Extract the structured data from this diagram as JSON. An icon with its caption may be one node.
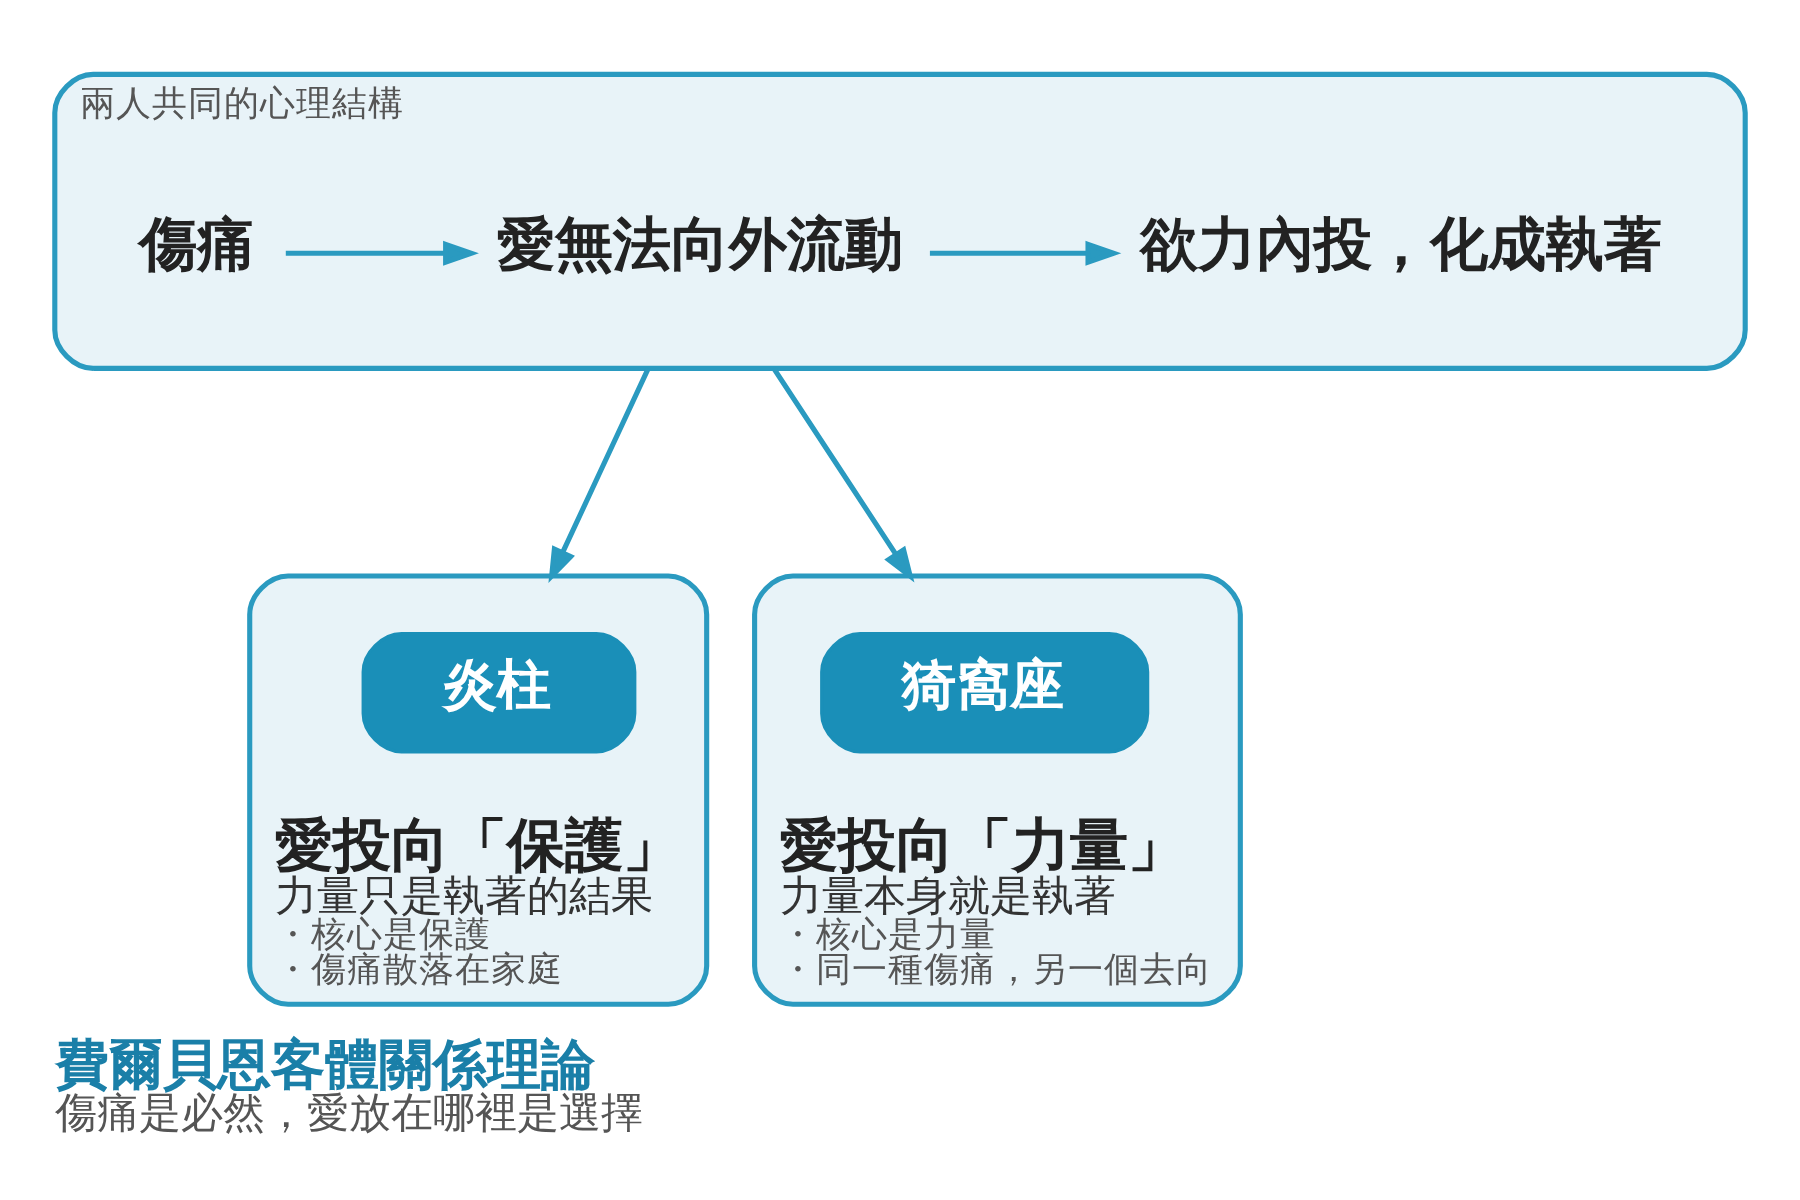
{
  "diagram": {
    "title": "費爾貝恩客體關係理論",
    "caption": "傷痛是必然，愛放在哪裡是選擇",
    "nodes": [
      {
        "text": [
          "兩人共同的心理結構"
        ]
      },
      {
        "text": [
          "傷痛"
        ],
        "in": 0
      },
      {
        "text": [
          "愛無法向外流動"
        ],
        "in": 0
      },
      {
        "text": [
          "欲力內投，化成執著"
        ],
        "in": 0
      },
      {
        "text": [
          "愛投向「保護」",
          "力量只是執著的結果",
          "・核心是保護",
          "・傷痛散落在家庭"
        ]
      },
      {
        "text": [
          "炎柱"
        ],
        "in": 4
      },
      {
        "text": [
          "愛投向「力量」",
          "力量本身就是執著",
          "・核心是力量",
          "・同一種傷痛，另一個去向"
        ]
      },
      {
        "text": [
          "猗窩座"
        ],
        "in": 6
      }
    ],
    "edges": [
      {
        "from": 1,
        "to": 2,
        "arrow": "to"
      },
      {
        "from": 2,
        "to": 3,
        "arrow": "to"
      },
      {
        "from": 0,
        "to": 4,
        "arrow": "to"
      },
      {
        "from": 0,
        "to": 6,
        "arrow": "to"
      }
    ]
  }
}
